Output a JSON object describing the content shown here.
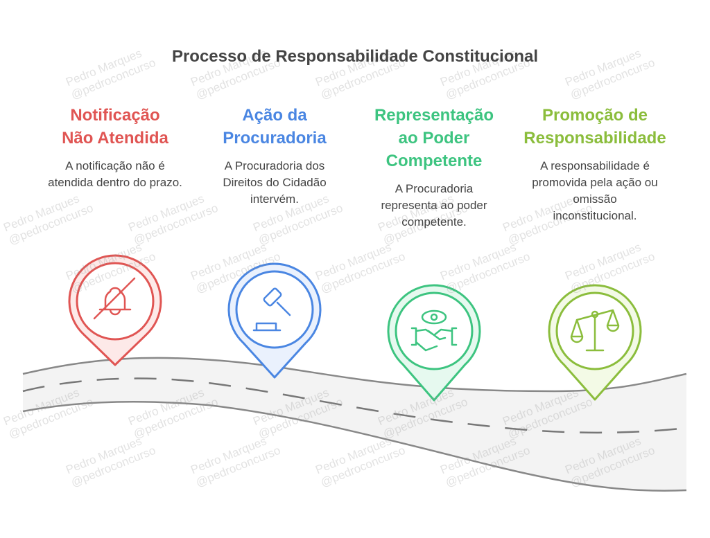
{
  "title": "Processo de Responsabilidade Constitucional",
  "watermark": {
    "line1": "Pedro Marques",
    "line2": "@pedroconcurso"
  },
  "steps": [
    {
      "title_lines": [
        "Notificação",
        "Não Atendida"
      ],
      "description": "A notificação não é atendida dentro do prazo.",
      "color": "#e05553",
      "fill": "#fde9e8",
      "icon": "bell-off-icon"
    },
    {
      "title_lines": [
        "Ação da",
        "Procuradoria"
      ],
      "description": "A Procuradoria dos Direitos do Cidadão intervém.",
      "color": "#4a86e2",
      "fill": "#eaf1fd",
      "icon": "gavel-icon"
    },
    {
      "title_lines": [
        "Representação",
        "ao Poder",
        "Competente"
      ],
      "description": "A Procuradoria representa ao poder competente.",
      "color": "#3dc480",
      "fill": "#e6f9ef",
      "icon": "eye-handshake-icon"
    },
    {
      "title_lines": [
        "Promoção de",
        "Responsabilidade"
      ],
      "description": "A responsabilidade é promovida pela ação ou omissão inconstitucional.",
      "color": "#8bbd3c",
      "fill": "#f3fae6",
      "icon": "scales-icon"
    }
  ]
}
